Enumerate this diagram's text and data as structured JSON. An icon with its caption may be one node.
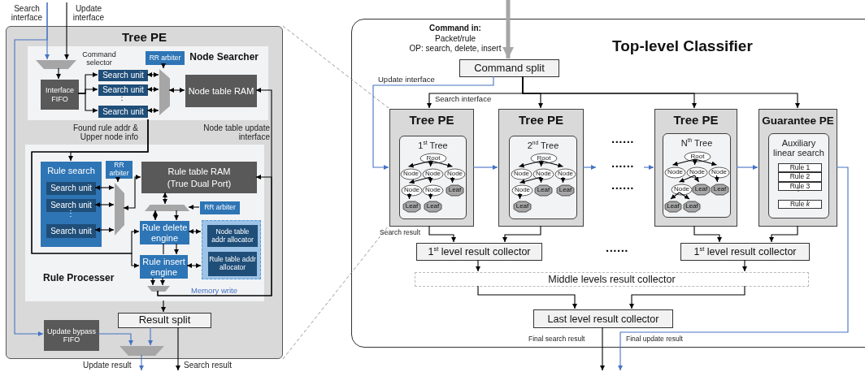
{
  "diagram": {
    "nodes": [
      {
        "text": [
          "Tree PE"
        ]
      },
      {
        "text": [
          "Node Searcher"
        ],
        "in": 0
      },
      {
        "text": [],
        "shape": "trapezoid",
        "beside": [
          "Command selector"
        ],
        "in": 1
      },
      {
        "text": [
          "RR arbiter"
        ],
        "in": 1
      },
      {
        "text": [
          "Interface FIFO"
        ],
        "in": 1
      },
      {
        "text": [
          "Search unit"
        ],
        "in": 1
      },
      {
        "text": [
          "Search unit"
        ],
        "in": 1
      },
      {
        "text": [
          "Search unit"
        ],
        "in": 1
      },
      {
        "text": [],
        "shape": "trapezoid",
        "in": 1
      },
      {
        "text": [
          "Node table RAM"
        ],
        "in": 1
      },
      {
        "text": [
          "Rule Processer"
        ],
        "in": 0
      },
      {
        "text": [
          "Rule search"
        ],
        "in": 10
      },
      {
        "text": [
          "Search unit"
        ],
        "in": 11
      },
      {
        "text": [
          "Search unit"
        ],
        "in": 11
      },
      {
        "text": [
          "Search unit"
        ],
        "in": 11
      },
      {
        "text": [
          "RR arbiter"
        ],
        "in": 10
      },
      {
        "text": [],
        "shape": "trapezoid",
        "in": 10
      },
      {
        "text": [
          "Rule table RAM (True Dual Port)"
        ],
        "in": 10
      },
      {
        "text": [],
        "shape": "trapezoid",
        "in": 10
      },
      {
        "text": [
          "RR arbiter"
        ],
        "in": 10
      },
      {
        "text": [
          "Rule delete engine"
        ],
        "in": 10
      },
      {
        "text": [],
        "shape": "box",
        "in": 10
      },
      {
        "text": [
          "Node table addr allocator"
        ],
        "in": 21
      },
      {
        "text": [
          "Rule table addr allocator"
        ],
        "in": 21
      },
      {
        "text": [
          "Rule insert engine"
        ],
        "in": 10
      },
      {
        "text": [],
        "shape": "trapezoid",
        "in": 10
      },
      {
        "text": [
          "Result split"
        ],
        "in": 0
      },
      {
        "text": [
          "Update bypass FIFO"
        ],
        "in": 0
      },
      {
        "text": [],
        "shape": "trapezoid",
        "in": 0
      },
      {
        "text": [
          "Top-level Classifier"
        ]
      },
      {
        "text": [
          "Command split"
        ],
        "in": 29
      },
      {
        "text": [
          "Tree PE"
        ],
        "in": 29
      },
      {
        "text": [
          "1$^{st}$ Tree"
        ],
        "in": 31
      },
      {
        "text": [
          "Root"
        ],
        "in": 32
      },
      {
        "text": [
          "Node"
        ],
        "in": 32
      },
      {
        "text": [
          "Node"
        ],
        "in": 32
      },
      {
        "text": [
          "Node"
        ],
        "in": 32
      },
      {
        "text": [
          "Node"
        ],
        "in": 32
      },
      {
        "text": [
          "Node"
        ],
        "in": 32
      },
      {
        "text": [
          "Leaf"
        ],
        "in": 32
      },
      {
        "text": [
          "Leaf"
        ],
        "in": 32
      },
      {
        "text": [
          "Leaf"
        ],
        "in": 32
      },
      {
        "text": [
          "Tree PE"
        ],
        "in": 29
      },
      {
        "text": [
          "2$^{nd}$ Tree"
        ],
        "in": 42
      },
      {
        "text": [
          "Root"
        ],
        "in": 43
      },
      {
        "text": [
          "Node"
        ],
        "in": 43
      },
      {
        "text": [
          "Node"
        ],
        "in": 43
      },
      {
        "text": [
          "Node"
        ],
        "in": 43
      },
      {
        "text": [
          "Node"
        ],
        "in": 43
      },
      {
        "text": [
          "Leaf"
        ],
        "in": 43
      },
      {
        "text": [
          "Leaf"
        ],
        "in": 43
      },
      {
        "text": [
          "Leaf"
        ],
        "in": 43
      },
      {
        "text": [
          "Tree PE"
        ],
        "in": 29
      },
      {
        "text": [
          "N$^{th}$ Tree"
        ],
        "in": 52
      },
      {
        "text": [
          "Root"
        ],
        "in": 53
      },
      {
        "text": [
          "Node"
        ],
        "in": 53
      },
      {
        "text": [
          "Node"
        ],
        "in": 53
      },
      {
        "text": [
          "Node"
        ],
        "in": 53
      },
      {
        "text": [
          "Node"
        ],
        "in": 53
      },
      {
        "text": [
          "Leaf"
        ],
        "in": 53
      },
      {
        "text": [
          "Leaf"
        ],
        "in": 53
      },
      {
        "text": [
          "Leaf"
        ],
        "in": 53
      },
      {
        "text": [
          "Leaf"
        ],
        "in": 53
      },
      {
        "text": [
          "Guarantee PE"
        ],
        "in": 29
      },
      {
        "text": [
          "Auxiliary linear search"
        ],
        "in": 63
      },
      {
        "text": [
          "Rule 1"
        ],
        "in": 64
      },
      {
        "text": [
          "Rule 2"
        ],
        "in": 64
      },
      {
        "text": [
          "Rule 3"
        ],
        "in": 64
      },
      {
        "text": [
          "Rule *k*"
        ],
        "in": 64
      },
      {
        "text": [
          "1$^{st}$ level result collector"
        ],
        "in": 29
      },
      {
        "text": [
          "1$^{st}$ level result collector"
        ],
        "in": 29
      },
      {
        "text": [
          "Middle levels result collector"
        ],
        "in": 29
      },
      {
        "text": [
          "Last level result collector"
        ],
        "in": 29
      }
    ],
    "edges": [
      {
        "from": null,
        "to": 2,
        "arrow": "to",
        "label": "Search interface",
        "color": "#4472c4"
      },
      {
        "from": null,
        "to": 27,
        "arrow": "to",
        "color": "#4472c4"
      },
      {
        "from": null,
        "to": 2,
        "arrow": "to",
        "label": "Update interface"
      },
      {
        "from": 2,
        "to": 4,
        "arrow": "to"
      },
      {
        "from": 4,
        "to": 5,
        "arrow": "to"
      },
      {
        "from": 4,
        "to": 6,
        "arrow": "to"
      },
      {
        "from": 4,
        "to": 7,
        "arrow": "to"
      },
      {
        "from": 5,
        "to": 8,
        "arrow": "both"
      },
      {
        "from": 6,
        "to": 8,
        "arrow": "both"
      },
      {
        "from": 7,
        "to": 8,
        "arrow": "both"
      },
      {
        "from": 3,
        "to": 8,
        "arrow": "to"
      },
      {
        "from": 8,
        "to": 9,
        "arrow": "both"
      },
      {
        "from": 1,
        "to": 11,
        "arrow": "to",
        "label": "Found rule addr & Upper node info"
      },
      {
        "from": 1,
        "to": 20,
        "arrow": "to"
      },
      {
        "from": 1,
        "to": 24,
        "arrow": "to"
      },
      {
        "from": 12,
        "to": 16,
        "arrow": "both"
      },
      {
        "from": 13,
        "to": 16,
        "arrow": "both"
      },
      {
        "from": 14,
        "to": 16,
        "arrow": "both"
      },
      {
        "from": 15,
        "to": 16,
        "arrow": "to"
      },
      {
        "from": 16,
        "to": 17,
        "arrow": "both"
      },
      {
        "from": 17,
        "to": 18,
        "arrow": "both"
      },
      {
        "from": 19,
        "to": 18,
        "arrow": "to"
      },
      {
        "from": 18,
        "to": 20,
        "arrow": "both"
      },
      {
        "from": 18,
        "to": 20,
        "arrow": "to"
      },
      {
        "from": 20,
        "to": 24,
        "arrow": "to"
      },
      {
        "from": 20,
        "to": 24,
        "arrow": "none"
      },
      {
        "from": 20,
        "to": 21,
        "arrow": "both"
      },
      {
        "from": 24,
        "to": 21,
        "arrow": "both"
      },
      {
        "from": 24,
        "to": 25,
        "arrow": "to"
      },
      {
        "from": 24,
        "to": 25,
        "arrow": "to"
      },
      {
        "from": 25,
        "to": 17,
        "arrow": "to",
        "label": "Memory write"
      },
      {
        "from": 25,
        "to": 9,
        "arrow": "to",
        "label": "Node table update interface"
      },
      {
        "from": 10,
        "to": 26,
        "arrow": "to"
      },
      {
        "from": 26,
        "to": 28,
        "arrow": "to",
        "color": "#4472c4"
      },
      {
        "from": 27,
        "to": 28,
        "arrow": "to",
        "color": "#4472c4"
      },
      {
        "from": 26,
        "to": null,
        "arrow": "to",
        "label": "Search result"
      },
      {
        "from": 28,
        "to": null,
        "arrow": "to",
        "label": "Update result",
        "color": "#4472c4"
      },
      {
        "from": 0,
        "to": 31,
        "arrow": "none",
        "style": "dashed",
        "color": "#808080"
      },
      {
        "from": 0,
        "to": 31,
        "arrow": "none",
        "style": "dashed",
        "color": "#808080"
      },
      {
        "from": null,
        "to": 30,
        "arrow": "to",
        "style": "thick",
        "color": "#a6a6a6"
      },
      {
        "from": 30,
        "to": 31,
        "arrow": "to",
        "label": "Search interface"
      },
      {
        "from": 30,
        "to": 42,
        "arrow": "to"
      },
      {
        "from": 30,
        "to": 52,
        "arrow": "to"
      },
      {
        "from": 30,
        "to": 63,
        "arrow": "to"
      },
      {
        "from": 30,
        "to": 31,
        "arrow": "to",
        "label": "Update interface",
        "color": "#4472c4"
      },
      {
        "from": 31,
        "to": 42,
        "arrow": "to",
        "color": "#4472c4"
      },
      {
        "from": 42,
        "to": null,
        "arrow": "to",
        "color": "#4472c4"
      },
      {
        "from": null,
        "to": 52,
        "arrow": "to",
        "color": "#4472c4"
      },
      {
        "from": 52,
        "to": 63,
        "arrow": "to",
        "color": "#4472c4"
      },
      {
        "from": 63,
        "to": null,
        "arrow": "to",
        "label": "Final update result",
        "color": "#4472c4"
      },
      {
        "from": 31,
        "to": 69,
        "arrow": "to",
        "label": "Search result"
      },
      {
        "from": 42,
        "to": 69,
        "arrow": "to"
      },
      {
        "from": 52,
        "to": 70,
        "arrow": "to"
      },
      {
        "from": 63,
        "to": 70,
        "arrow": "to"
      },
      {
        "from": 69,
        "to": 71,
        "arrow": "to"
      },
      {
        "from": 70,
        "to": 71,
        "arrow": "to"
      },
      {
        "from": 71,
        "to": 72,
        "arrow": "to"
      },
      {
        "from": 71,
        "to": 72,
        "arrow": "to"
      },
      {
        "from": 72,
        "to": null,
        "arrow": "to",
        "label": "Final search result"
      },
      {
        "from": 33,
        "to": 34,
        "arrow": "to"
      },
      {
        "from": 33,
        "to": 35,
        "arrow": "to"
      },
      {
        "from": 33,
        "to": 36,
        "arrow": "to"
      },
      {
        "from": 35,
        "to": 37,
        "arrow": "to"
      },
      {
        "from": 35,
        "to": 38,
        "arrow": "to"
      },
      {
        "from": 36,
        "to": 39,
        "arrow": "to"
      },
      {
        "from": 37,
        "to": 40,
        "arrow": "to"
      },
      {
        "from": 38,
        "to": 41,
        "arrow": "to"
      },
      {
        "from": 44,
        "to": 45,
        "arrow": "to"
      },
      {
        "from": 44,
        "to": 46,
        "arrow": "to"
      },
      {
        "from": 44,
        "to": 47,
        "arrow": "to"
      },
      {
        "from": 46,
        "to": 48,
        "arrow": "to"
      },
      {
        "from": 46,
        "to": 49,
        "arrow": "to"
      },
      {
        "from": 47,
        "to": 50,
        "arrow": "to"
      },
      {
        "from": 48,
        "to": 51,
        "arrow": "to"
      },
      {
        "from": 54,
        "to": 55,
        "arrow": "to"
      },
      {
        "from": 54,
        "to": 56,
        "arrow": "to"
      },
      {
        "from": 54,
        "to": 57,
        "arrow": "to"
      },
      {
        "from": 56,
        "to": 58,
        "arrow": "to"
      },
      {
        "from": 56,
        "to": 59,
        "arrow": "to"
      },
      {
        "from": 57,
        "to": 60,
        "arrow": "to"
      },
      {
        "from": 58,
        "to": 61,
        "arrow": "to"
      },
      {
        "from": 58,
        "to": 62,
        "arrow": "to"
      }
    ],
    "labels": [
      "⋮",
      "⋮",
      "Command in:",
      "Packet/rule",
      "OP: search, delete, insert",
      "......",
      "......",
      "......",
      "⋮",
      "......"
    ]
  }
}
